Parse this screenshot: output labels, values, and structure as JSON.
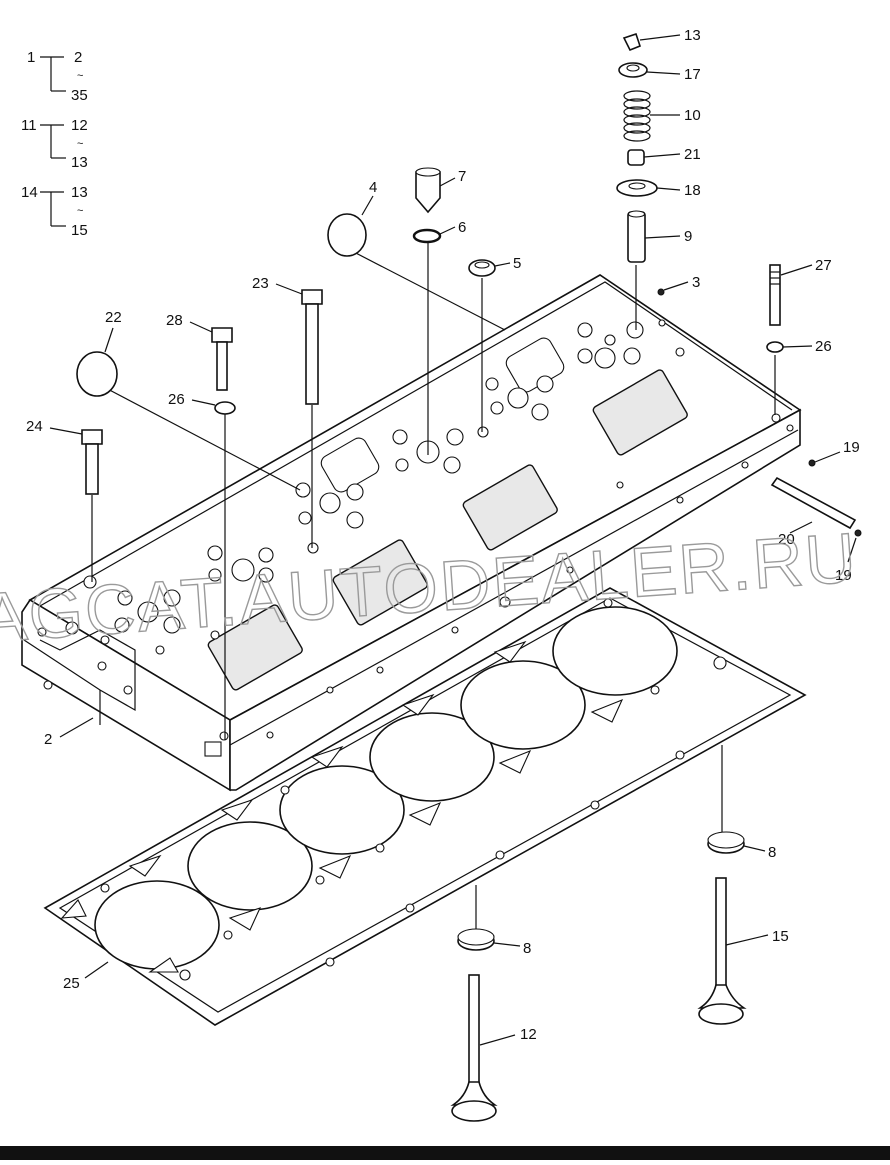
{
  "legend": [
    {
      "parent": "1",
      "first": "2",
      "sep": "~",
      "last": "35"
    },
    {
      "parent": "11",
      "first": "12",
      "sep": "~",
      "last": "13"
    },
    {
      "parent": "14",
      "first": "13",
      "sep": "~",
      "last": "15"
    }
  ],
  "callouts": {
    "c13": "13",
    "c17": "17",
    "c10": "10",
    "c21": "21",
    "c18": "18",
    "c9": "9",
    "c3": "3",
    "c27": "27",
    "c26a": "26",
    "c7": "7",
    "c6": "6",
    "c4": "4",
    "c5": "5",
    "c23": "23",
    "c22": "22",
    "c28": "28",
    "c26b": "26",
    "c24": "24",
    "c19a": "19",
    "c20": "20",
    "c19b": "19",
    "c2": "2",
    "c8a": "8",
    "c15": "15",
    "c8b": "8",
    "c12": "12",
    "c25": "25"
  },
  "watermark": "AGCAT.AUTODEALER.RU",
  "colors": {
    "line": "#111111",
    "watermark": "#9a9a9a",
    "fill": "#ffffff"
  }
}
